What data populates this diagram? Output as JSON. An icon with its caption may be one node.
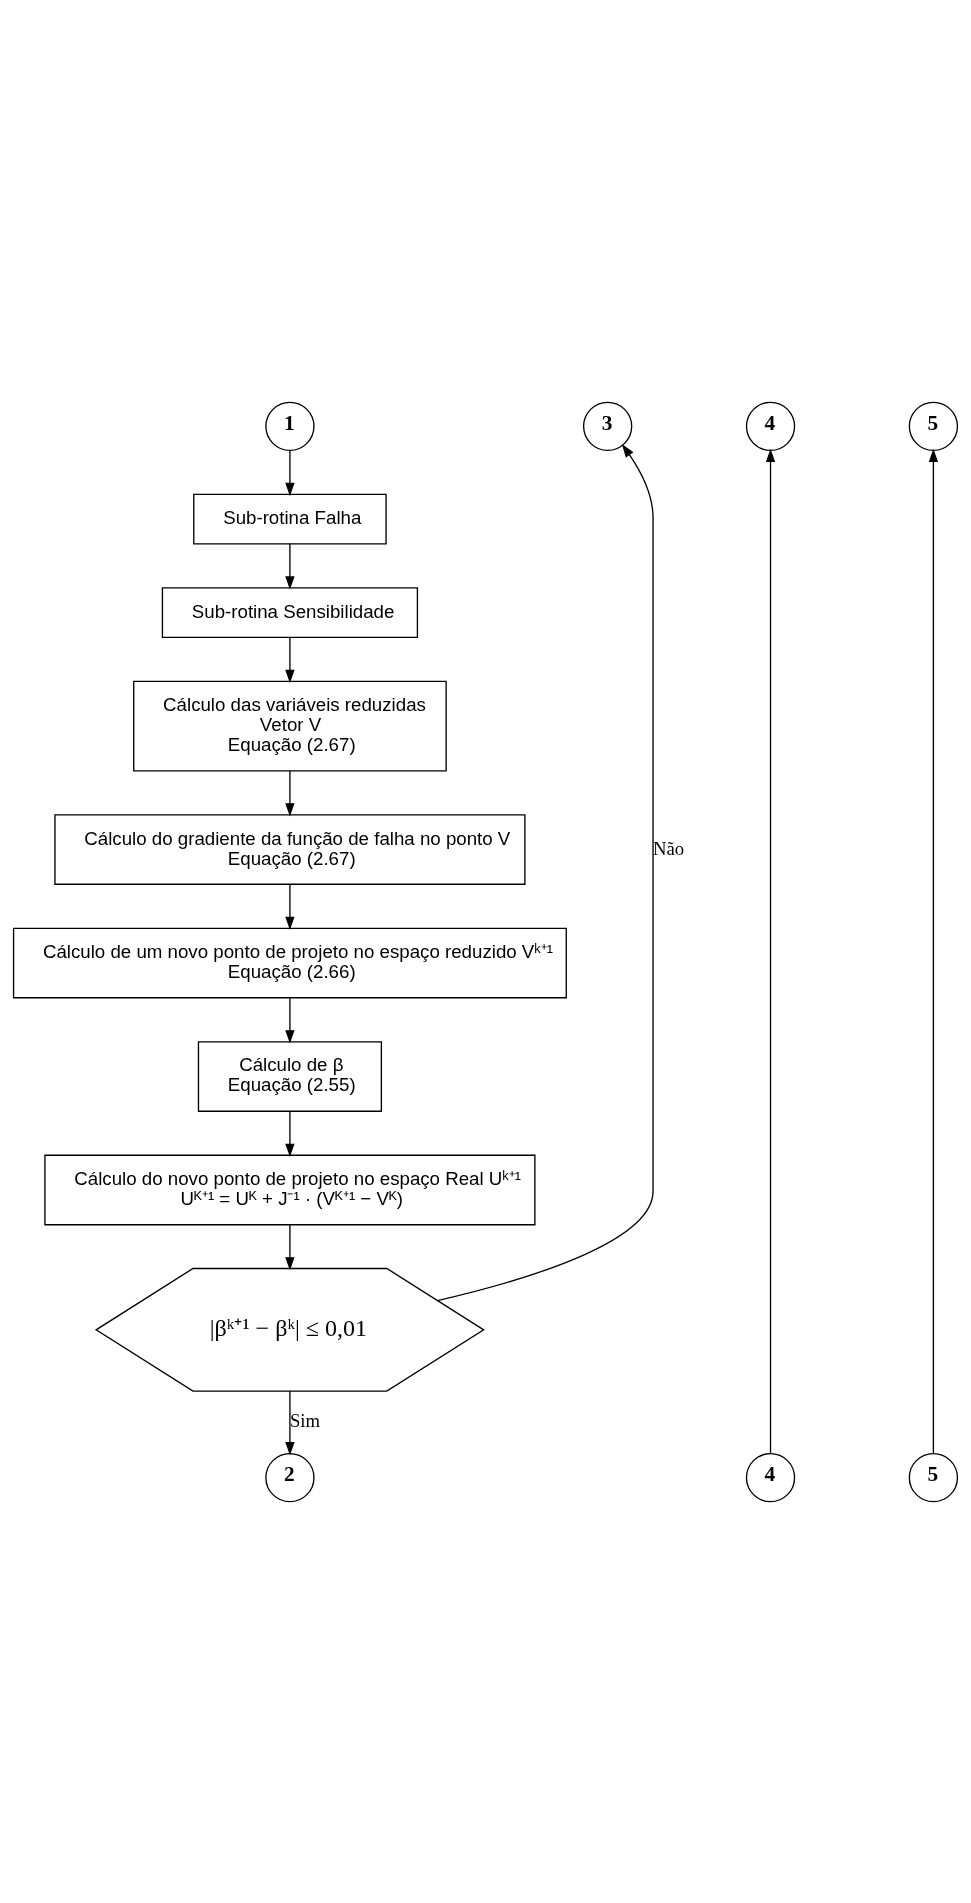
{
  "diagram": {
    "nodes": [
      {
        "text": [
          "1"
        ]
      },
      {
        "text": [
          "Sub-rotina Falha"
        ]
      },
      {
        "text": [
          "Sub-rotina Sensibilidade"
        ]
      },
      {
        "text": [
          "Cálculo das variáveis reduzidas",
          "Vetor V",
          "Equação (2.67)"
        ]
      },
      {
        "text": [
          "Cálculo do gradiente da função de falha no ponto V",
          "Equação (2.67)"
        ]
      },
      {
        "text": [
          "Cálculo de um novo ponto de projeto no espaço reduzido Vᵏ⁺¹",
          "Equação (2.66)"
        ]
      },
      {
        "text": [
          "Cálculo de β",
          "Equação (2.55)"
        ]
      },
      {
        "text": [
          "Cálculo do novo ponto de projeto no espaço Real Uᵏ⁺¹",
          "Uᴷ⁺¹ = Uᴷ + J⁻¹ · (Vᴷ⁺¹ − Vᴷ)"
        ]
      },
      {
        "text": [
          "|βᵏ⁺¹ − βᵏ| ≤ 0,01"
        ]
      },
      {
        "text": [
          "3"
        ]
      },
      {
        "text": [
          "4"
        ]
      },
      {
        "text": [
          "5"
        ]
      },
      {
        "text": [
          "2"
        ]
      },
      {
        "text": [
          "4"
        ]
      },
      {
        "text": [
          "5"
        ]
      }
    ],
    "edges": [
      {
        "from": 0,
        "to": 1,
        "arrow": "to"
      },
      {
        "from": 1,
        "to": 2,
        "arrow": "to"
      },
      {
        "from": 2,
        "to": 3,
        "arrow": "to"
      },
      {
        "from": 3,
        "to": 4,
        "arrow": "to"
      },
      {
        "from": 4,
        "to": 5,
        "arrow": "to"
      },
      {
        "from": 5,
        "to": 6,
        "arrow": "to"
      },
      {
        "from": 6,
        "to": 7,
        "arrow": "to"
      },
      {
        "from": 7,
        "to": 8,
        "arrow": "to"
      },
      {
        "from": 8,
        "to": 9,
        "label": "Não",
        "arrow": "to"
      },
      {
        "from": 8,
        "to": 12,
        "label": "Sim",
        "arrow": "to"
      },
      {
        "from": 13,
        "to": 10,
        "arrow": "to"
      },
      {
        "from": 14,
        "to": 11,
        "arrow": "to"
      }
    ]
  }
}
